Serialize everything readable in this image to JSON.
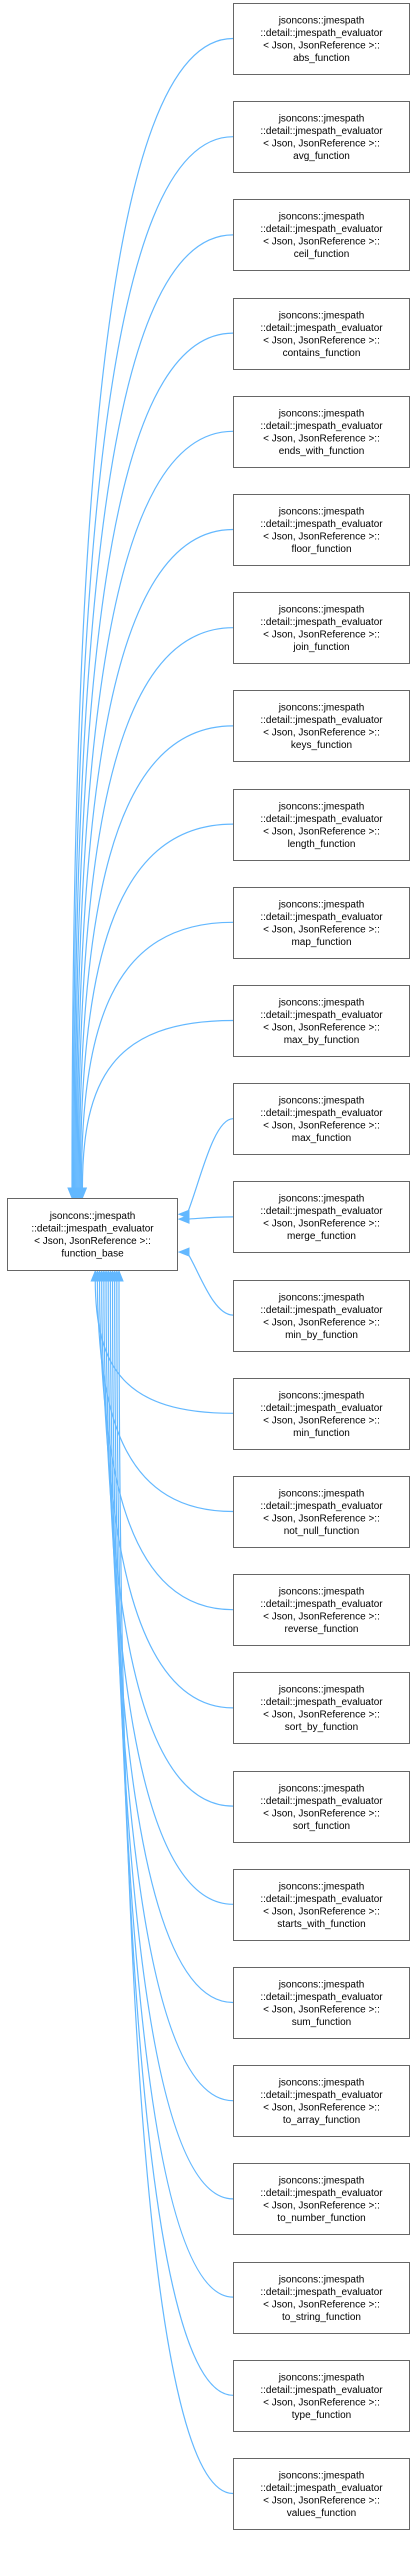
{
  "diagram": {
    "base": {
      "lines": [
        "jsoncons::jmespath",
        "::detail::jmespath_evaluator",
        "< Json, JsonReference >::",
        "function_base"
      ]
    },
    "derived": [
      {
        "lines": [
          "jsoncons::jmespath",
          "::detail::jmespath_evaluator",
          "< Json, JsonReference >::",
          "abs_function"
        ]
      },
      {
        "lines": [
          "jsoncons::jmespath",
          "::detail::jmespath_evaluator",
          "< Json, JsonReference >::",
          "avg_function"
        ]
      },
      {
        "lines": [
          "jsoncons::jmespath",
          "::detail::jmespath_evaluator",
          "< Json, JsonReference >::",
          "ceil_function"
        ]
      },
      {
        "lines": [
          "jsoncons::jmespath",
          "::detail::jmespath_evaluator",
          "< Json, JsonReference >::",
          "contains_function"
        ]
      },
      {
        "lines": [
          "jsoncons::jmespath",
          "::detail::jmespath_evaluator",
          "< Json, JsonReference >::",
          "ends_with_function"
        ]
      },
      {
        "lines": [
          "jsoncons::jmespath",
          "::detail::jmespath_evaluator",
          "< Json, JsonReference >::",
          "floor_function"
        ]
      },
      {
        "lines": [
          "jsoncons::jmespath",
          "::detail::jmespath_evaluator",
          "< Json, JsonReference >::",
          "join_function"
        ]
      },
      {
        "lines": [
          "jsoncons::jmespath",
          "::detail::jmespath_evaluator",
          "< Json, JsonReference >::",
          "keys_function"
        ]
      },
      {
        "lines": [
          "jsoncons::jmespath",
          "::detail::jmespath_evaluator",
          "< Json, JsonReference >::",
          "length_function"
        ]
      },
      {
        "lines": [
          "jsoncons::jmespath",
          "::detail::jmespath_evaluator",
          "< Json, JsonReference >::",
          "map_function"
        ]
      },
      {
        "lines": [
          "jsoncons::jmespath",
          "::detail::jmespath_evaluator",
          "< Json, JsonReference >::",
          "max_by_function"
        ]
      },
      {
        "lines": [
          "jsoncons::jmespath",
          "::detail::jmespath_evaluator",
          "< Json, JsonReference >::",
          "max_function"
        ]
      },
      {
        "lines": [
          "jsoncons::jmespath",
          "::detail::jmespath_evaluator",
          "< Json, JsonReference >::",
          "merge_function"
        ]
      },
      {
        "lines": [
          "jsoncons::jmespath",
          "::detail::jmespath_evaluator",
          "< Json, JsonReference >::",
          "min_by_function"
        ]
      },
      {
        "lines": [
          "jsoncons::jmespath",
          "::detail::jmespath_evaluator",
          "< Json, JsonReference >::",
          "min_function"
        ]
      },
      {
        "lines": [
          "jsoncons::jmespath",
          "::detail::jmespath_evaluator",
          "< Json, JsonReference >::",
          "not_null_function"
        ]
      },
      {
        "lines": [
          "jsoncons::jmespath",
          "::detail::jmespath_evaluator",
          "< Json, JsonReference >::",
          "reverse_function"
        ]
      },
      {
        "lines": [
          "jsoncons::jmespath",
          "::detail::jmespath_evaluator",
          "< Json, JsonReference >::",
          "sort_by_function"
        ]
      },
      {
        "lines": [
          "jsoncons::jmespath",
          "::detail::jmespath_evaluator",
          "< Json, JsonReference >::",
          "sort_function"
        ]
      },
      {
        "lines": [
          "jsoncons::jmespath",
          "::detail::jmespath_evaluator",
          "< Json, JsonReference >::",
          "starts_with_function"
        ]
      },
      {
        "lines": [
          "jsoncons::jmespath",
          "::detail::jmespath_evaluator",
          "< Json, JsonReference >::",
          "sum_function"
        ]
      },
      {
        "lines": [
          "jsoncons::jmespath",
          "::detail::jmespath_evaluator",
          "< Json, JsonReference >::",
          "to_array_function"
        ]
      },
      {
        "lines": [
          "jsoncons::jmespath",
          "::detail::jmespath_evaluator",
          "< Json, JsonReference >::",
          "to_number_function"
        ]
      },
      {
        "lines": [
          "jsoncons::jmespath",
          "::detail::jmespath_evaluator",
          "< Json, JsonReference >::",
          "to_string_function"
        ]
      },
      {
        "lines": [
          "jsoncons::jmespath",
          "::detail::jmespath_evaluator",
          "< Json, JsonReference >::",
          "type_function"
        ]
      },
      {
        "lines": [
          "jsoncons::jmespath",
          "::detail::jmespath_evaluator",
          "< Json, JsonReference >::",
          "values_function"
        ]
      }
    ],
    "colors": {
      "edge": "#63b8ff",
      "node_border": "#666666",
      "node_fill": "#ffffff",
      "text": "#000000"
    }
  }
}
